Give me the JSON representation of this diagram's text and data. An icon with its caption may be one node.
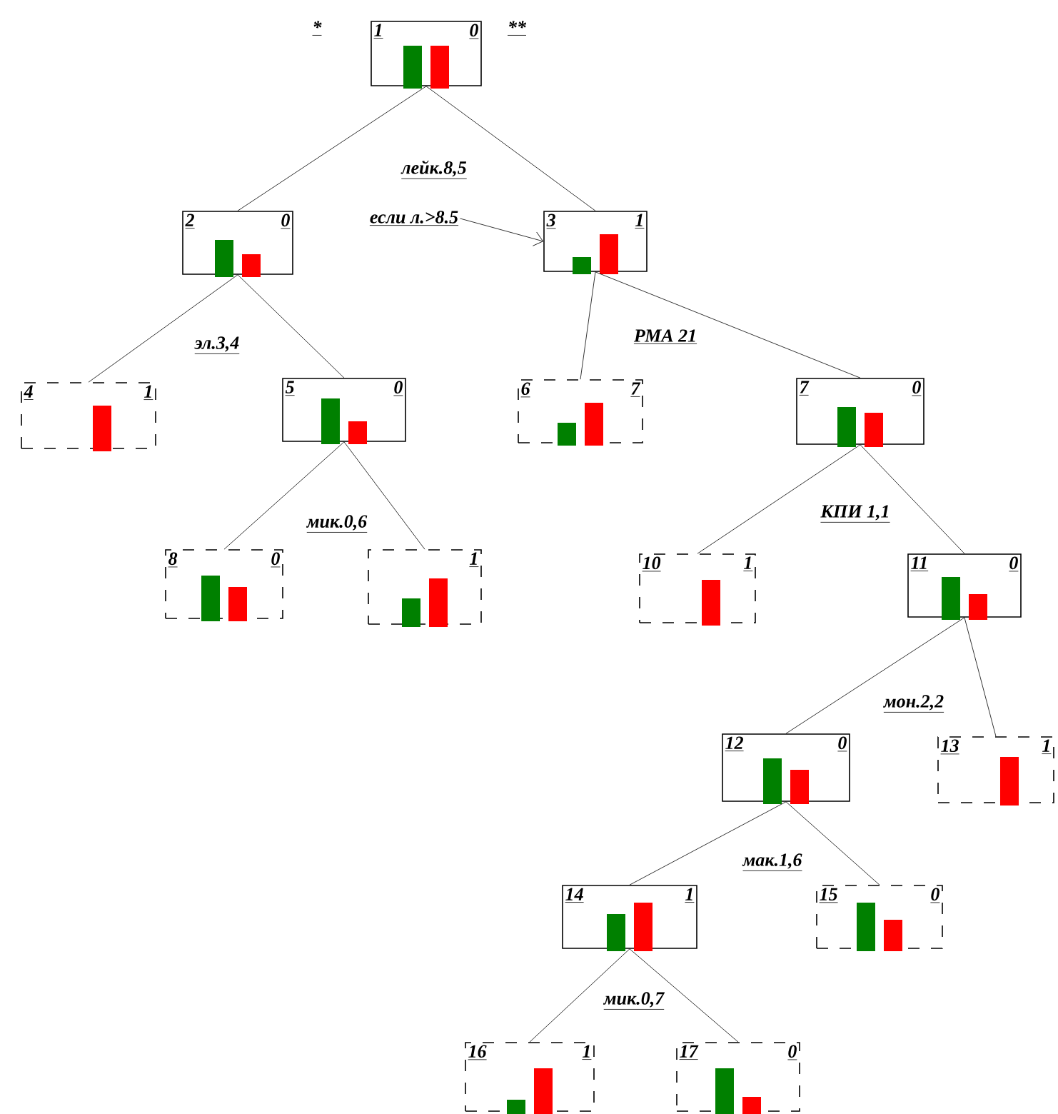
{
  "diagram": {
    "nodes": [
      {
        "text": [
          "1",
          "0"
        ]
      },
      {
        "text": [
          "2",
          "0"
        ]
      },
      {
        "text": [
          "3",
          "1"
        ]
      },
      {
        "text": [
          "4",
          "1"
        ]
      },
      {
        "text": [
          "5",
          "0"
        ]
      },
      {
        "text": [
          "6",
          "7"
        ]
      },
      {
        "text": [
          "7",
          "0"
        ]
      },
      {
        "text": [
          "8",
          "0"
        ]
      },
      {
        "text": [
          "1"
        ]
      },
      {
        "text": [
          "10",
          "1"
        ]
      },
      {
        "text": [
          "11",
          "0"
        ]
      },
      {
        "text": [
          "12",
          "0"
        ]
      },
      {
        "text": [
          "13",
          "1"
        ]
      },
      {
        "text": [
          "14",
          "1"
        ]
      },
      {
        "text": [
          "15",
          "0"
        ]
      },
      {
        "text": [
          "16",
          "1"
        ]
      },
      {
        "text": [
          "17",
          "0"
        ]
      },
      {
        "text": [
          "если л.>8.5"
        ]
      }
    ],
    "edges": [
      {
        "from": 0,
        "to": 1,
        "arrow": "none"
      },
      {
        "from": 0,
        "to": 2,
        "arrow": "none"
      },
      {
        "from": 1,
        "to": 3,
        "arrow": "none"
      },
      {
        "from": 1,
        "to": 4,
        "arrow": "none"
      },
      {
        "from": 2,
        "to": 5,
        "arrow": "none"
      },
      {
        "from": 2,
        "to": 6,
        "arrow": "none"
      },
      {
        "from": 4,
        "to": 7,
        "arrow": "none"
      },
      {
        "from": 4,
        "to": 8,
        "arrow": "none"
      },
      {
        "from": 6,
        "to": 9,
        "arrow": "none"
      },
      {
        "from": 6,
        "to": 10,
        "arrow": "none"
      },
      {
        "from": 10,
        "to": 11,
        "arrow": "none"
      },
      {
        "from": 10,
        "to": 12,
        "arrow": "none"
      },
      {
        "from": 11,
        "to": 13,
        "arrow": "none"
      },
      {
        "from": 11,
        "to": 14,
        "arrow": "none"
      },
      {
        "from": 13,
        "to": 15,
        "arrow": "none"
      },
      {
        "from": 13,
        "to": 16,
        "arrow": "none"
      },
      {
        "from": 17,
        "to": 2,
        "arrow": "to"
      }
    ],
    "labels": [
      "*",
      "**",
      "лейк.8,5",
      "эл.3,4",
      "РМА 21",
      "мик.0,6",
      "КПИ 1,1",
      "мон.2,2",
      "мак.1,6",
      "мик.0,7"
    ]
  }
}
